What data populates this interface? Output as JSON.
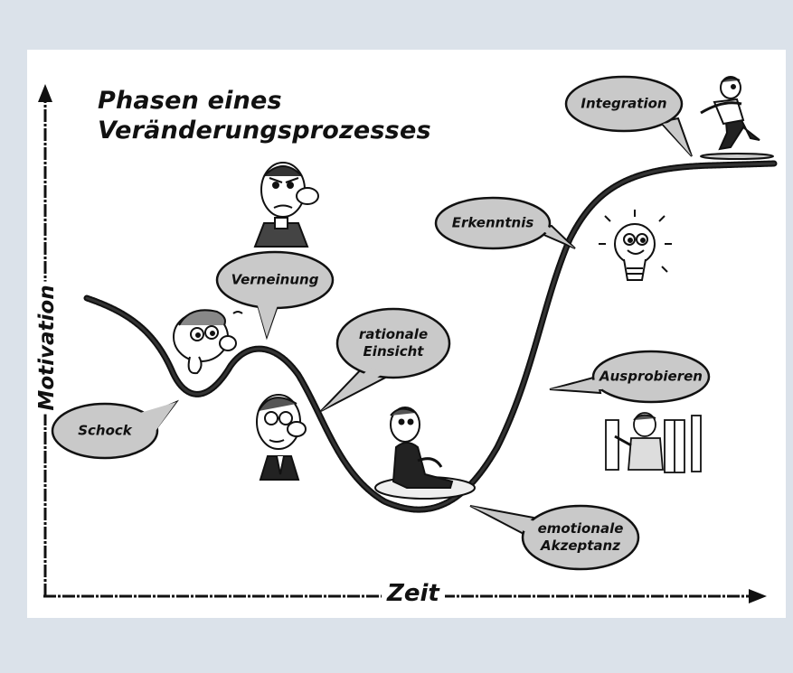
{
  "diagram": {
    "title_line1": "Phasen eines",
    "title_line2": "Veränderungsprozesses",
    "x_axis_label": "Zeit",
    "y_axis_label": "Motivation",
    "phases": {
      "schock": "Schock",
      "verneinung": "Verneinung",
      "rationale_einsicht_1": "rationale",
      "rationale_einsicht_2": "Einsicht",
      "emotionale_akzeptanz_1": "emotionale",
      "emotionale_akzeptanz_2": "Akzeptanz",
      "ausprobieren": "Ausprobieren",
      "erkenntnis": "Erkenntnis",
      "integration": "Integration"
    },
    "colors": {
      "bubble_fill": "#c9c9c9",
      "stroke": "#111111",
      "page_background": "#dbe2ea"
    }
  }
}
